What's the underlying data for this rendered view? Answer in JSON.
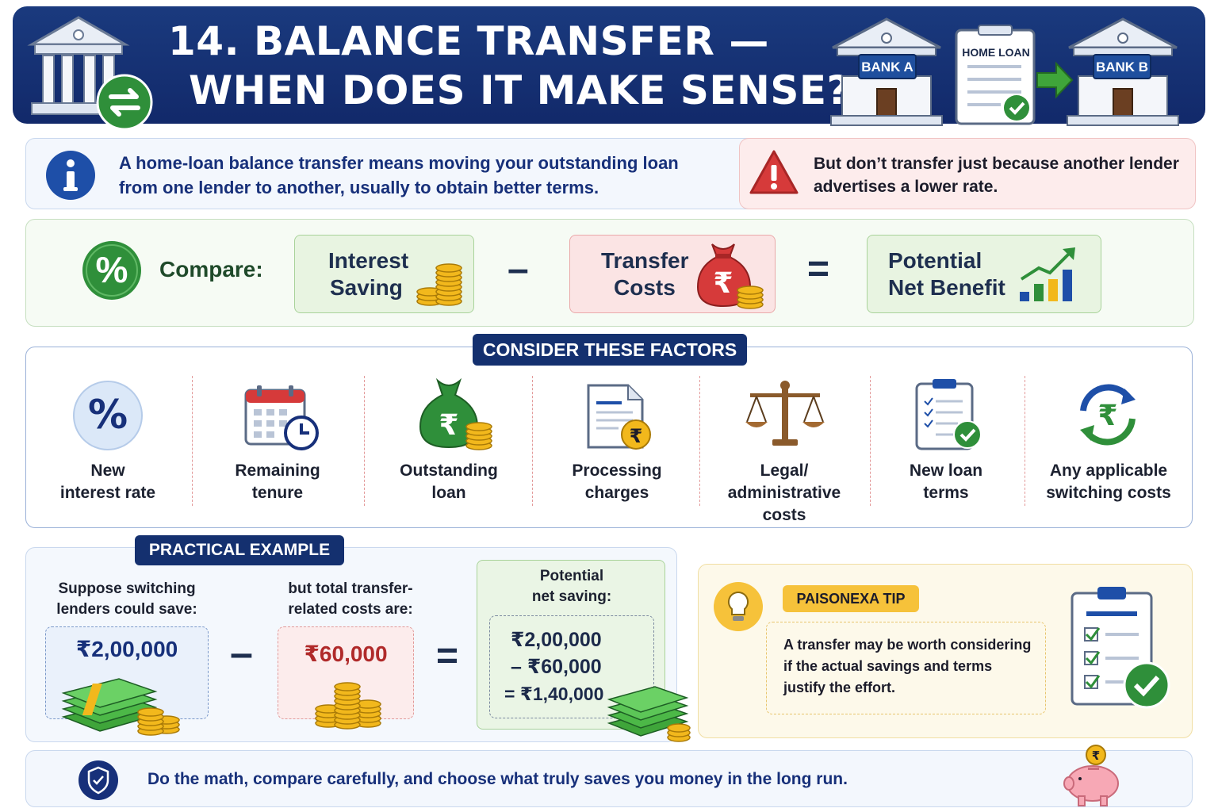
{
  "header": {
    "title_line1": "14. BALANCE TRANSFER —",
    "title_line2": "WHEN DOES IT MAKE SENSE?",
    "bank_a": "BANK A",
    "bank_b": "BANK B",
    "doc_label": "HOME LOAN",
    "icons": [
      "bank-icon",
      "transfer-arrows-icon",
      "document-check-icon",
      "arrow-right-icon"
    ]
  },
  "info": {
    "text_line1": "A home-loan balance transfer means moving your outstanding loan",
    "text_line2": "from one lender to another, usually to obtain better terms.",
    "icon": "info-icon"
  },
  "warning": {
    "text_line1": "But don’t transfer just because another lender",
    "text_line2": "advertises a lower rate.",
    "icon": "warning-icon"
  },
  "compare": {
    "label": "Compare:",
    "box1_line1": "Interest",
    "box1_line2": "Saving",
    "operator_minus": "–",
    "box2_line1": "Transfer",
    "box2_line2": "Costs",
    "operator_equals": "=",
    "box3_line1": "Potential",
    "box3_line2": "Net Benefit",
    "rupee": "₹",
    "percent": "%"
  },
  "factors": {
    "heading": "CONSIDER THESE FACTORS",
    "items": [
      {
        "line1": "New",
        "line2": "interest rate",
        "line3": ""
      },
      {
        "line1": "Remaining",
        "line2": "tenure",
        "line3": ""
      },
      {
        "line1": "Outstanding",
        "line2": "loan",
        "line3": ""
      },
      {
        "line1": "Processing",
        "line2": "charges",
        "line3": ""
      },
      {
        "line1": "Legal/",
        "line2": "administrative",
        "line3": "costs"
      },
      {
        "line1": "New loan",
        "line2": "terms",
        "line3": ""
      },
      {
        "line1": "Any applicable",
        "line2": "switching costs",
        "line3": ""
      }
    ]
  },
  "example": {
    "heading": "PRACTICAL EXAMPLE",
    "cap1_line1": "Suppose switching",
    "cap1_line2": "lenders could save:",
    "amount1": "₹2,00,000",
    "minus": "–",
    "cap2_line1": "but total transfer-",
    "cap2_line2": "related costs are:",
    "amount2": "₹60,000",
    "equals": "=",
    "cap3_line1": "Potential",
    "cap3_line2": "net saving:",
    "calc_line1": "₹2,00,000",
    "calc_line2": "– ₹60,000",
    "calc_line3": "= ₹1,40,000"
  },
  "tip": {
    "tag": "PAISONEXA TIP",
    "text_line1": "A transfer may be worth considering",
    "text_line2": "if the actual savings and terms",
    "text_line3": "justify the effort."
  },
  "footer": {
    "text": "Do the math, compare carefully, and choose what truly saves you money in the long run."
  },
  "colors": {
    "navy": "#14306f",
    "green": "#2f8f3a",
    "red": "#d63a3a",
    "gold": "#f2b81c",
    "light_blue": "#f3f7fd"
  }
}
